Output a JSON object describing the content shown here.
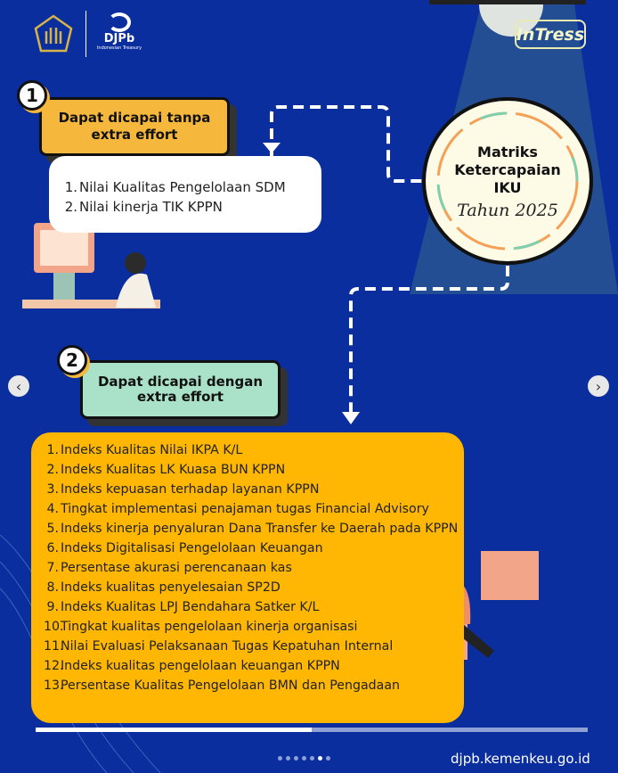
{
  "header": {
    "logo_text": "DJPb",
    "logo_subtext": "Indonesian Treasury",
    "brand": "InTress"
  },
  "section1": {
    "badge": "1",
    "title_line1": "Dapat dicapai tanpa",
    "title_line2": "extra effort",
    "items": [
      {
        "num": "1.",
        "text": "Nilai Kualitas Pengelolaan SDM"
      },
      {
        "num": "2.",
        "text": "Nilai kinerja TIK KPPN"
      }
    ]
  },
  "center": {
    "line1": "Matriks",
    "line2": "Ketercapaian",
    "line3": "IKU",
    "year": "Tahun 2025"
  },
  "section2": {
    "badge": "2",
    "title_line1": "Dapat dicapai dengan",
    "title_line2": "extra effort",
    "items": [
      {
        "num": "1.",
        "text": "Indeks Kualitas Nilai IKPA K/L"
      },
      {
        "num": "2.",
        "text": "Indeks Kualitas LK Kuasa BUN KPPN"
      },
      {
        "num": "3.",
        "text": "Indeks kepuasan terhadap layanan KPPN"
      },
      {
        "num": "4.",
        "text": "Tingkat implementasi penajaman tugas Financial Advisory"
      },
      {
        "num": "5.",
        "text": "Indeks kinerja penyaluran Dana Transfer ke Daerah pada KPPN"
      },
      {
        "num": "6.",
        "text": "Indeks Digitalisasi Pengelolaan Keuangan"
      },
      {
        "num": "7.",
        "text": "Persentase akurasi perencanaan kas"
      },
      {
        "num": "8.",
        "text": "Indeks kualitas penyelesaian SP2D"
      },
      {
        "num": "9.",
        "text": "Indeks Kualitas LPJ Bendahara Satker K/L"
      },
      {
        "num": "10.",
        "text": "Tingkat kualitas pengelolaan kinerja organisasi"
      },
      {
        "num": "11.",
        "text": "Nilai Evaluasi Pelaksanaan Tugas Kepatuhan Internal"
      },
      {
        "num": "12.",
        "text": "Indeks kualitas pengelolaan keuangan KPPN"
      },
      {
        "num": "13.",
        "text": "Persentase Kualitas Pengelolaan BMN dan Pengadaan"
      }
    ]
  },
  "footer": {
    "url": "djpb.kemenkeu.go.id"
  },
  "carousel": {
    "prev_icon": "chevron-left-icon",
    "next_icon": "chevron-right-icon",
    "total_dots": 7,
    "active_dot": 6
  },
  "colors": {
    "background": "#0b2e9e",
    "yellow": "#f5b83c",
    "orange": "#ffb703",
    "green": "#a9e2c9"
  }
}
